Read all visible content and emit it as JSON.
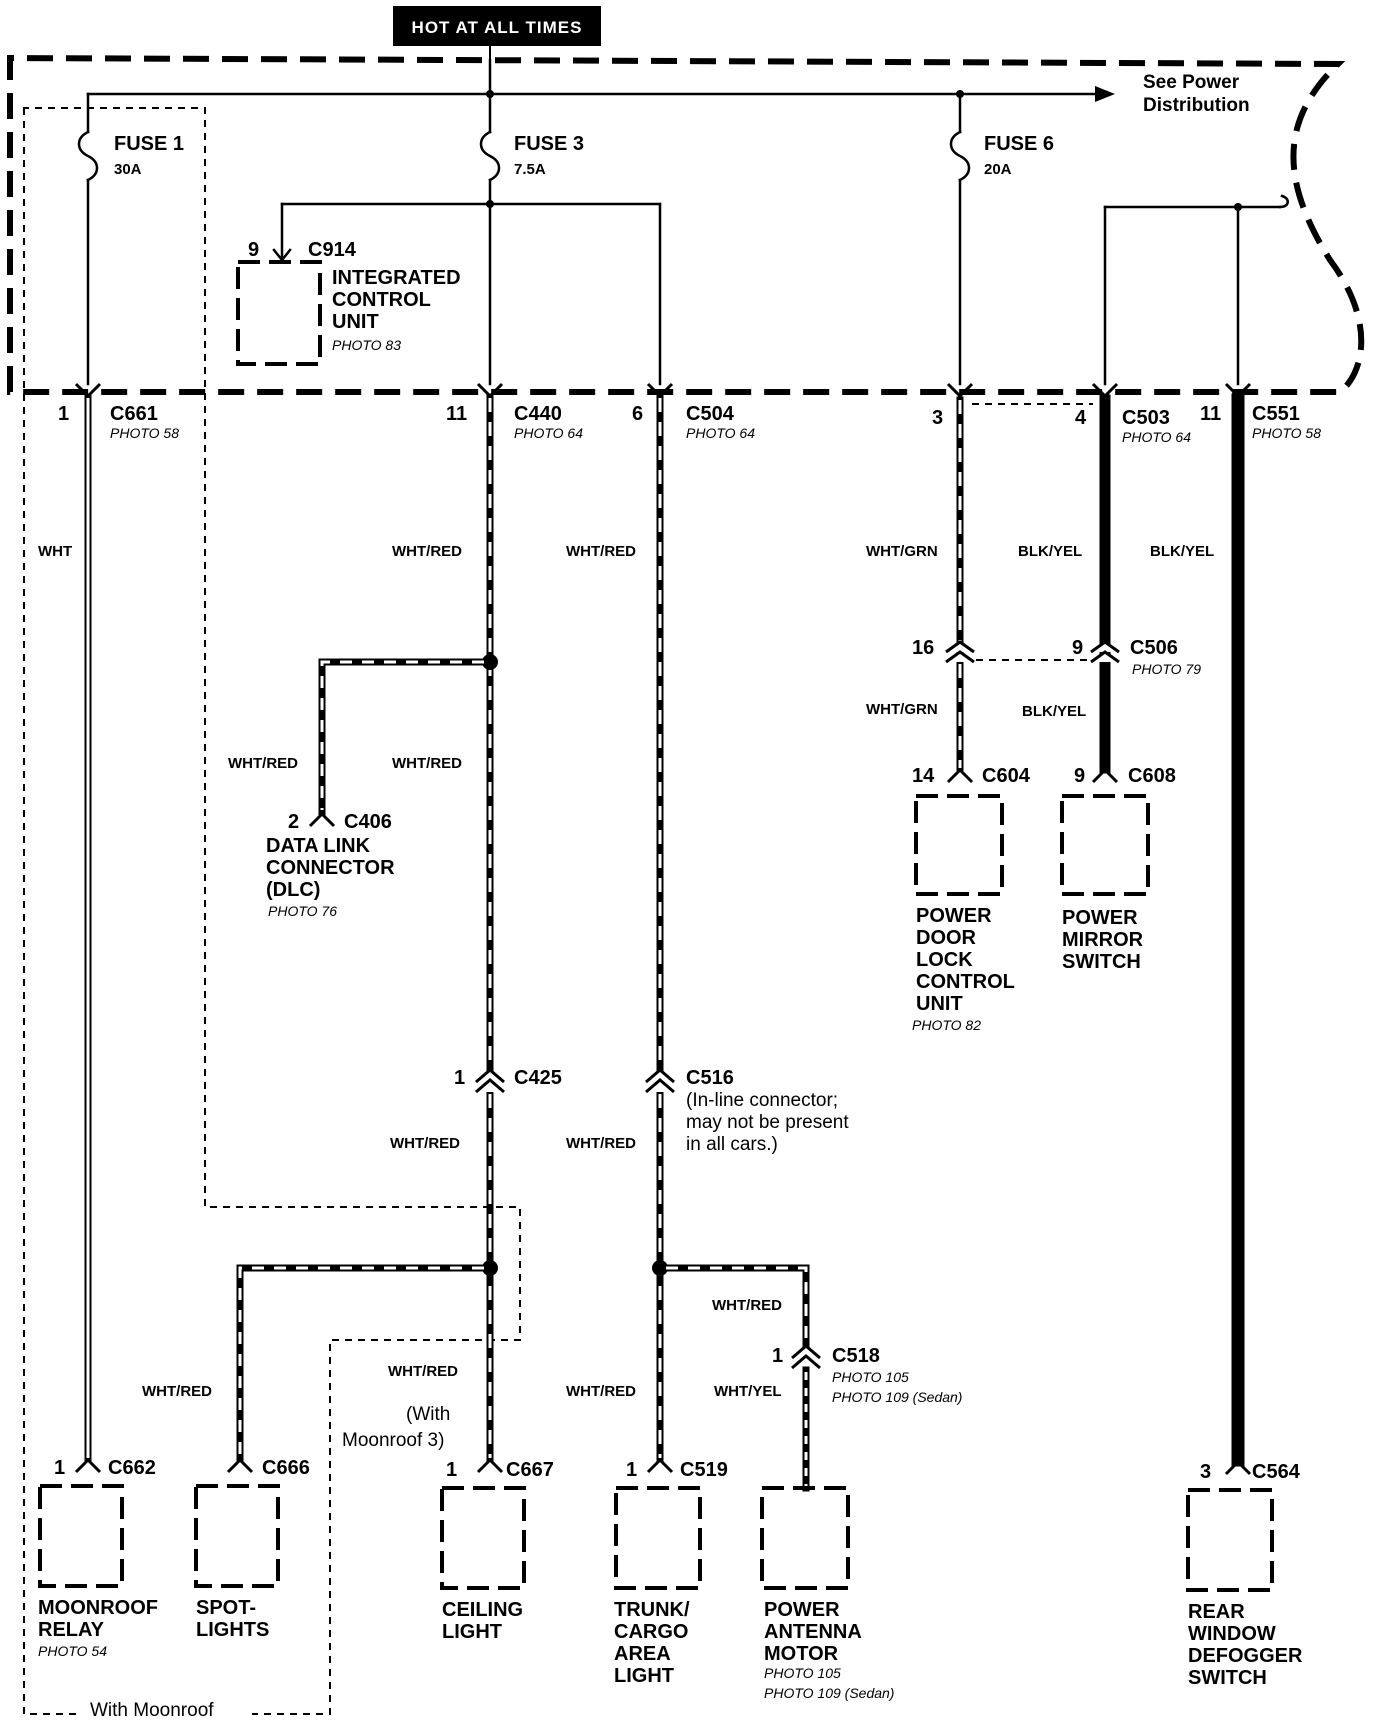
{
  "header": {
    "title": "HOT AT ALL TIMES"
  },
  "note_power": [
    "See Power",
    "Distribution"
  ],
  "fuses": [
    {
      "name": "FUSE 1",
      "rating": "30A"
    },
    {
      "name": "FUSE 3",
      "rating": "7.5A"
    },
    {
      "name": "FUSE 6",
      "rating": "20A"
    }
  ],
  "icu": {
    "pin": "9",
    "connector": "C914",
    "name": [
      "INTEGRATED",
      "CONTROL",
      "UNIT"
    ],
    "photo": "PHOTO 83"
  },
  "fusebox_connectors": [
    {
      "pin": "1",
      "name": "C661",
      "photo": "PHOTO 58"
    },
    {
      "pin": "11",
      "name": "C440",
      "photo": "PHOTO 64"
    },
    {
      "pin": "6",
      "name": "C504",
      "photo": "PHOTO 64"
    },
    {
      "pin": "3",
      "name": "",
      "photo": ""
    },
    {
      "pin": "4",
      "name": "C503",
      "photo": "PHOTO 64"
    },
    {
      "pin": "11",
      "name": "C551",
      "photo": "PHOTO 58"
    }
  ],
  "wire_labels": {
    "wht": "WHT",
    "wht_red": "WHT/RED",
    "wht_grn": "WHT/GRN",
    "blk_yel": "BLK/YEL",
    "wht_yel": "WHT/YEL"
  },
  "dlc": {
    "pin": "2",
    "connector": "C406",
    "name": [
      "DATA LINK",
      "CONNECTOR",
      "(DLC)"
    ],
    "photo": "PHOTO 76"
  },
  "c506": {
    "pin_left": "16",
    "pin_right": "9",
    "name": "C506",
    "photo": "PHOTO 79"
  },
  "c604": {
    "pin": "14",
    "name": "C604"
  },
  "c608": {
    "pin": "9",
    "name": "C608"
  },
  "power_door_lock": {
    "name": [
      "POWER",
      "DOOR",
      "LOCK",
      "CONTROL",
      "UNIT"
    ],
    "photo": "PHOTO 82"
  },
  "power_mirror": {
    "name": [
      "POWER",
      "MIRROR",
      "SWITCH"
    ]
  },
  "c425": {
    "pin": "1",
    "name": "C425"
  },
  "c516": {
    "name": "C516",
    "note": [
      "(In-line connector;",
      "may not be present",
      "in all cars.)"
    ]
  },
  "c518": {
    "pin": "1",
    "name": "C518",
    "photo1": "PHOTO 105",
    "photo2": "PHOTO 109 (Sedan)"
  },
  "with_moonroof_note": [
    "(With",
    "Moonroof 3)"
  ],
  "bottom_connectors": [
    {
      "pin": "1",
      "name": "C662"
    },
    {
      "pin": "",
      "name": "C666"
    },
    {
      "pin": "1",
      "name": "C667"
    },
    {
      "pin": "1",
      "name": "C519"
    },
    {
      "pin": "3",
      "name": "C564"
    }
  ],
  "components": {
    "moonroof_relay": {
      "name": [
        "MOONROOF",
        "RELAY"
      ],
      "photo": "PHOTO 54"
    },
    "spot_lights": {
      "name": [
        "SPOT-",
        "LIGHTS"
      ]
    },
    "ceiling_light": {
      "name": [
        "CEILING",
        "LIGHT"
      ]
    },
    "trunk_light": {
      "name": [
        "TRUNK/",
        "CARGO",
        "AREA",
        "LIGHT"
      ]
    },
    "power_antenna": {
      "name": [
        "POWER",
        "ANTENNA",
        "MOTOR"
      ],
      "photo1": "PHOTO 105",
      "photo2": "PHOTO 109 (Sedan)"
    },
    "rear_defogger": {
      "name": [
        "REAR",
        "WINDOW",
        "DEFOGGER",
        "SWITCH"
      ]
    }
  },
  "footer_note": "With Moonroof"
}
